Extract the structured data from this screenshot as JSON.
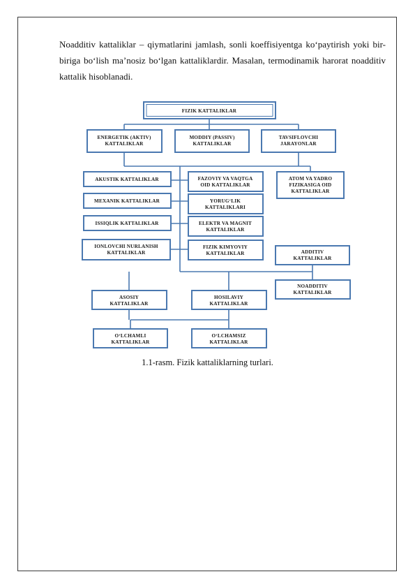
{
  "paragraph": "Noadditiv kattaliklar – qiymatlarini jamlash, sonli koeffisiyentga ko‘paytirish yoki bir-biriga bo‘lish ma’nosiz bo‘lgan kattaliklardir. Masalan, termodinamik harorat noadditiv kattalik hisoblanadi.",
  "diagram": {
    "root": [
      "FIZIK KATTALIKLAR"
    ],
    "level1": {
      "energetik": [
        "ENERGETIK (AKTIV)",
        "KATTALIKLAR"
      ],
      "moddiy": [
        "MODDIY (PASSIV)",
        "KATTALIKLAR"
      ],
      "tavsiflovchi": [
        "TAVSIFLOVCHI",
        "JARAYONLAR"
      ]
    },
    "left": {
      "akustik": [
        "AKUSTIK KATTALIKLAR"
      ],
      "mexanik": [
        "MEXANIK KATTALIKLAR"
      ],
      "issiqlik": [
        "ISSIQLIK KATTALIKLAR"
      ],
      "ionlovchi": [
        "IONLOVCHI NURLANISH",
        "KATTALIKLAR"
      ]
    },
    "middle": {
      "fazoviy": [
        "FAZOVIY VA VAQTGA",
        "OID  KATTALIKLAR"
      ],
      "yorugli": [
        "YORUG‘LIK",
        "KATTALIKLARI"
      ],
      "elektr": [
        "ELEKTR VA MAGNIT",
        "KATTALIKLAR"
      ],
      "kimyoviy": [
        "FIZIK KIMYOVIY",
        "KATTALIKLAR"
      ]
    },
    "right": {
      "atom": [
        "ATOM VA YADRO",
        "FIZIKASIGA OID",
        "KATTALIKLAR"
      ],
      "additiv": [
        "ADDITIV",
        "KATTALIKLAR"
      ],
      "noadditiv": [
        "NOADDITIV",
        "KATTALIKLAR"
      ]
    },
    "bottom": {
      "asosiy": [
        "ASOSIY",
        "KATTALIKLAR"
      ],
      "hosilaviy": [
        "HOSILAVIY",
        "KATTALIKLAR"
      ],
      "olchamli": [
        "O‘LCHAMLI",
        "KATTALIKLAR"
      ],
      "olchamsiz": [
        "O‘LCHAMSIZ",
        "KATTALIKLAR"
      ]
    }
  },
  "caption": "1.1-rasm. Fizik kattaliklarning turlari."
}
